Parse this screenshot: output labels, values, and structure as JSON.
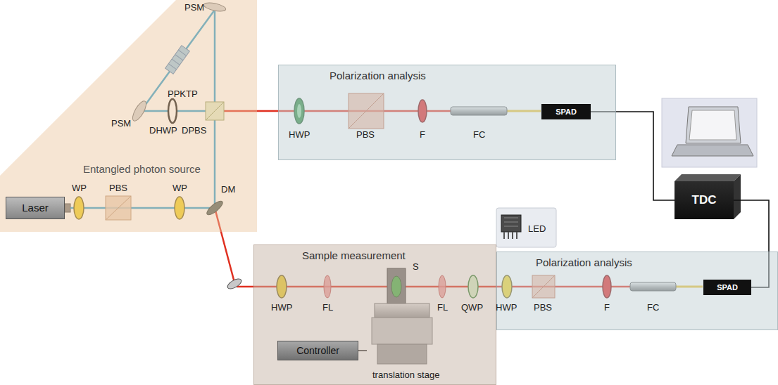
{
  "diagram": {
    "nodes": [
      {
        "text": [
          "Entangled photon source"
        ]
      },
      {
        "text": [
          "Laser"
        ],
        "in": 0
      },
      {
        "text": [
          "Polarization analysis"
        ]
      },
      {
        "text": [
          "SPAD"
        ],
        "in": 2
      },
      {
        "text": [
          "TDC"
        ]
      },
      {
        "text": [
          "Sample measurement"
        ]
      },
      {
        "text": [
          "Controller"
        ],
        "in": 5
      },
      {
        "text": [
          "translation stage"
        ],
        "in": 5
      },
      {
        "text": [
          "Polarization analysis"
        ]
      },
      {
        "text": [
          "SPAD"
        ],
        "in": 8
      }
    ],
    "edges": [
      {
        "from": 3,
        "to": 4,
        "arrow": "none"
      },
      {
        "from": 4,
        "to": 9,
        "arrow": "none"
      },
      {
        "from": 6,
        "to": 7,
        "arrow": "none"
      }
    ],
    "labels": [
      "PSM",
      "PPKTP",
      "PSM",
      "DHWP",
      "DPBS",
      "WP",
      "PBS",
      "WP",
      "DM",
      "HWP",
      "PBS",
      "F",
      "FC",
      "HWP",
      "FL",
      "S",
      "FL",
      "QWP",
      "HWP",
      "PBS",
      "LED",
      "F",
      "FC"
    ]
  }
}
